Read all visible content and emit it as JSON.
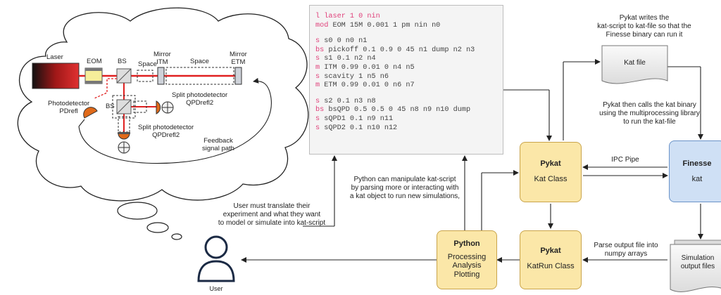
{
  "kat_script": {
    "lines": [
      {
        "kw": "l",
        "rest": " laser 1 0 nin",
        "all_colored": true
      },
      {
        "kw": "mod",
        "rest": " EOM 15M 0.001 1 pm nin n0"
      },
      {
        "blank": true
      },
      {
        "kw": "s",
        "rest": " s0 0 n0 n1"
      },
      {
        "kw": "bs",
        "rest": " pickoff 0.1 0.9 0 45 n1 dump n2 n3"
      },
      {
        "kw": "s",
        "rest": " s1 0.1 n2 n4"
      },
      {
        "kw": "m",
        "rest": " ITM 0.99 0.01 0 n4 n5"
      },
      {
        "kw": "s",
        "rest": " scavity 1 n5 n6"
      },
      {
        "kw": "m",
        "rest": " ETM 0.99 0.01 0 n6 n7"
      },
      {
        "blank": true
      },
      {
        "kw": "s",
        "rest": " s2 0.1 n3 n8"
      },
      {
        "kw": "bs",
        "rest": " bsQPD 0.5 0.5 0 45 n8 n9 n10 dump"
      },
      {
        "kw": "s",
        "rest": " sQPD1 0.1 n9 n11"
      },
      {
        "kw": "s",
        "rest": " sQPD2 0.1 n10 n12"
      }
    ]
  },
  "optics": {
    "laser": "Laser",
    "eom": "EOM",
    "bs1": "BS",
    "space1": "Space",
    "mirror_itm": [
      "Mirror",
      "ITM"
    ],
    "space2": "Space",
    "mirror_etm": [
      "Mirror",
      "ETM"
    ],
    "bs2": "BS",
    "pd": [
      "Photodetector",
      "PDrefl"
    ],
    "qpd1": [
      "Split photodetector",
      "QPDrefl2"
    ],
    "qpd2": [
      "Split photodetector",
      "QPDrefl2"
    ],
    "feedback": [
      "Feedback",
      "signal path"
    ]
  },
  "boxes": {
    "pykat_kat": {
      "title": "Pykat",
      "sub": "Kat Class"
    },
    "finesse": {
      "title": "Finesse",
      "sub": "kat"
    },
    "pykat_katrun": {
      "title": "Pykat",
      "sub": "KatRun Class"
    },
    "python": {
      "title": "Python",
      "sub": [
        "Processing",
        "Analysis",
        "Plotting"
      ]
    }
  },
  "docs": {
    "kat_file": "Kat file",
    "sim_output": [
      "Simulation",
      "output files"
    ]
  },
  "notes": {
    "pykat_writes": [
      "Pykat writes the",
      "kat-script to kat-file so that the",
      "Finesse binary can run it"
    ],
    "pykat_calls": [
      "Pykat then calls the kat binary",
      "using the multiprocessing library",
      "to run the kat-file"
    ],
    "ipc_pipe": "IPC Pipe",
    "parse_output": [
      "Parse output file into",
      "numpy arrays"
    ],
    "python_manip": [
      "Python can manipulate kat-script",
      "by parsing more or interacting with",
      "a kat object to run new simulations,"
    ],
    "user_translate": [
      "User must translate their",
      "experiment and what they want",
      "to model or simulate into kat-script"
    ],
    "user": "User"
  },
  "colors": {
    "box_fill": "#fbe7a8",
    "box_border": "#c9a44a",
    "finesse_fill": "#cfe0f5",
    "finesse_border": "#6a93c8",
    "beam": "#e02020",
    "keyword": "#e0407a"
  }
}
